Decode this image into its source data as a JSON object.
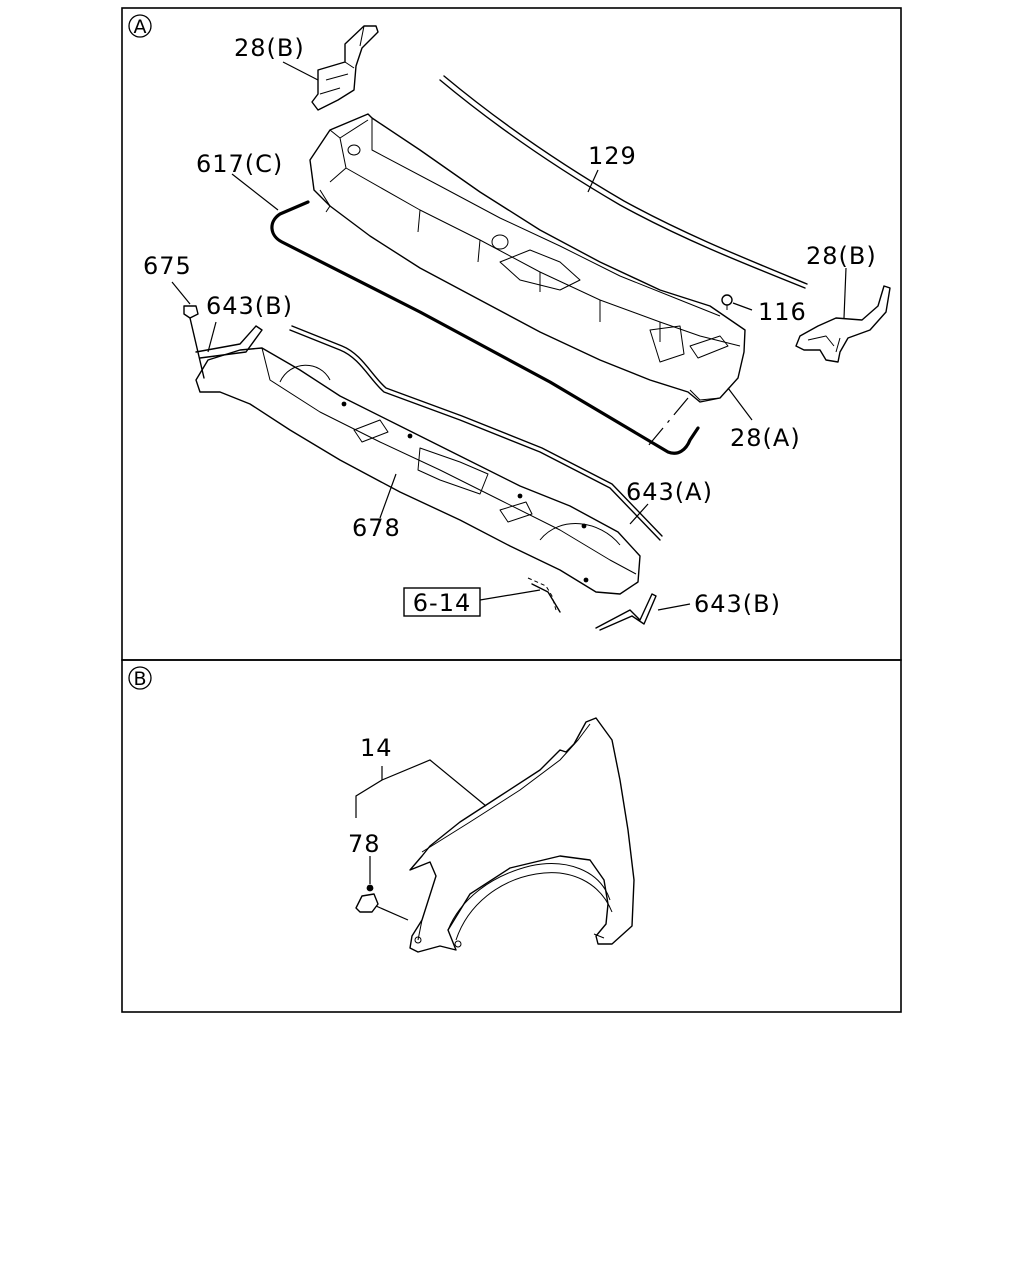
{
  "panels": [
    {
      "id": "A",
      "marker": "A"
    },
    {
      "id": "B",
      "marker": "B"
    }
  ],
  "callouts_a": {
    "c28b_top": "28(B)",
    "c129": "129",
    "c617c": "617(C)",
    "c28b_right": "28(B)",
    "c675": "675",
    "c643b_left": "643(B)",
    "c116": "116",
    "c28a": "28(A)",
    "c643a": "643(A)",
    "c678": "678",
    "c614": "6-14",
    "c643b_bottom": "643(B)"
  },
  "callouts_b": {
    "c14": "14",
    "c78": "78"
  }
}
